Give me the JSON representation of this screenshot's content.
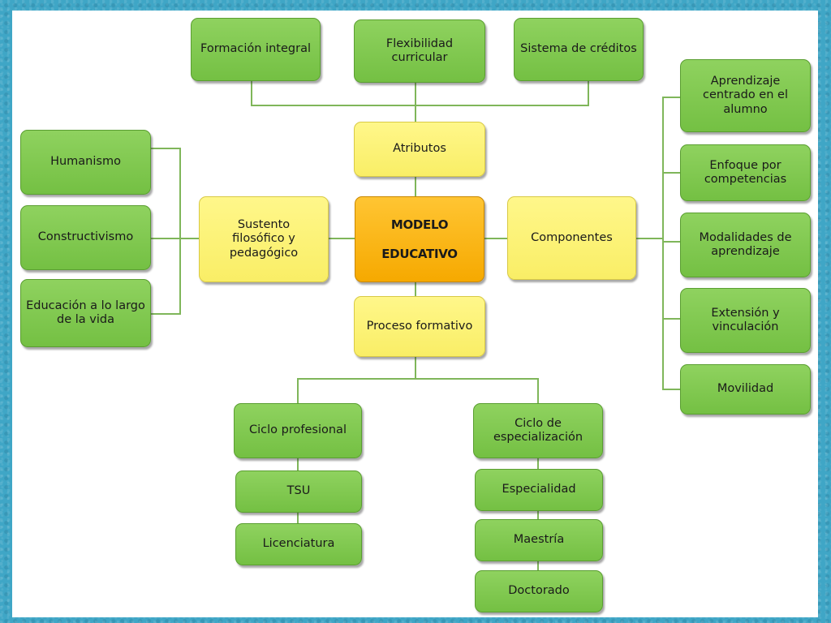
{
  "center": {
    "line1": "MODELO",
    "line2": "EDUCATIVO"
  },
  "atributos": {
    "label": "Atributos",
    "children": [
      "Formación integral",
      "Flexibilidad curricular",
      "Sistema de créditos"
    ]
  },
  "sustento": {
    "label": "Sustento filosófico y pedagógico",
    "children": [
      "Humanismo",
      "Constructivismo",
      "Educación a lo largo de la vida"
    ]
  },
  "componentes": {
    "label": "Componentes",
    "children": [
      "Aprendizaje centrado en el alumno",
      "Enfoque por competencias",
      "Modalidades de aprendizaje",
      "Extensión y vinculación",
      "Movilidad"
    ]
  },
  "proceso": {
    "label": "Proceso formativo",
    "ciclo_profesional": {
      "label": "Ciclo profesional",
      "children": [
        "TSU",
        "Licenciatura"
      ]
    },
    "ciclo_especializacion": {
      "label": "Ciclo de especialización",
      "children": [
        "Especialidad",
        "Maestría",
        "Doctorado"
      ]
    }
  },
  "colors": {
    "green": "#7cc84a",
    "yellow": "#fdf379",
    "orange": "#fbb414",
    "frame": "#3fa6c6",
    "connector": "#7fb65a"
  }
}
